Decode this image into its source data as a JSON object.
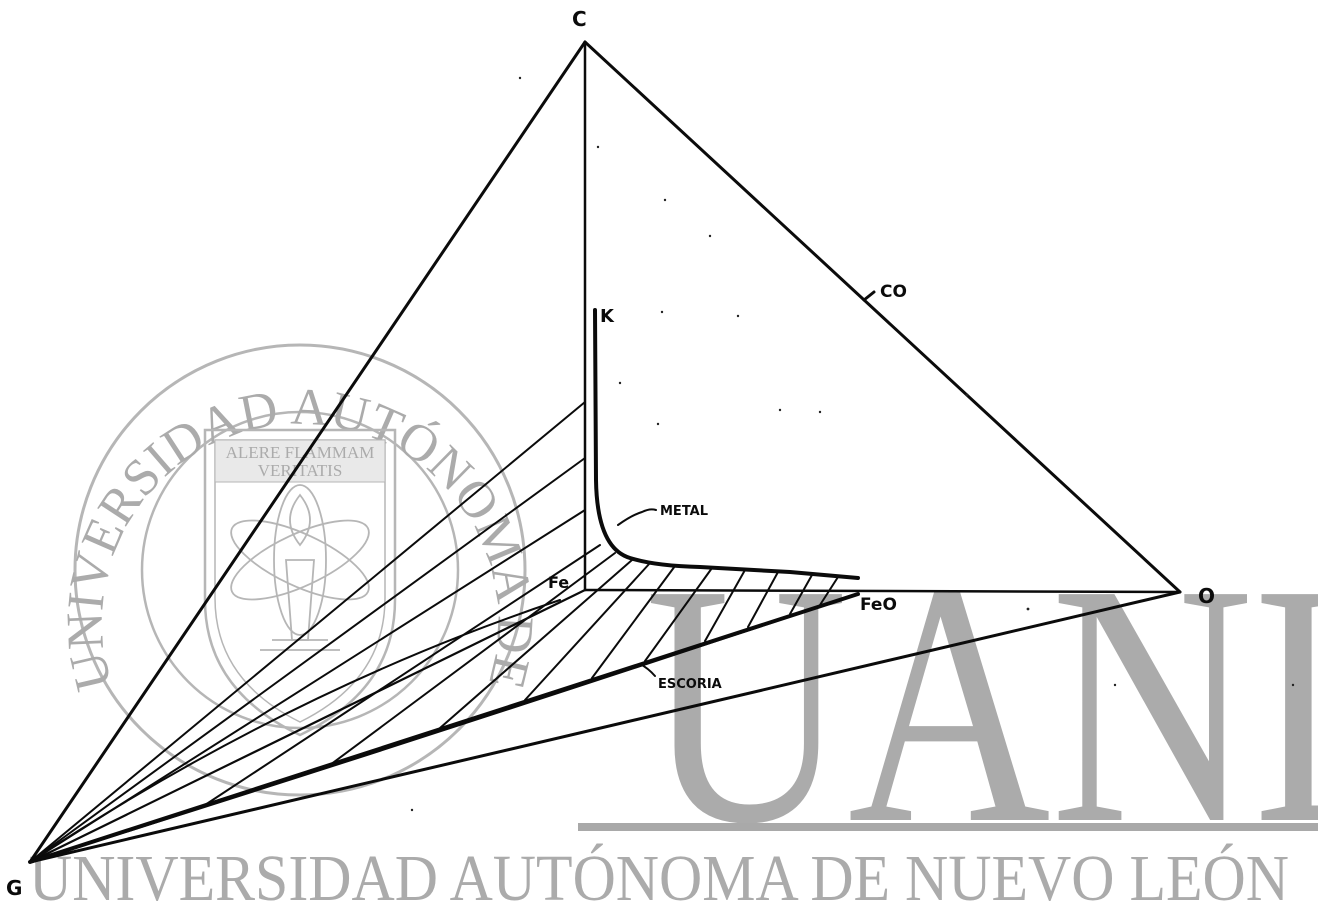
{
  "labels": {
    "vertex_top": "C",
    "vertex_right": "O",
    "vertex_bottom_left": "G",
    "point_co": "CO",
    "point_k": "K",
    "point_fe": "Fe",
    "point_feo": "FeO",
    "curve_metal": "METAL",
    "curve_escoria": "ESCORIA"
  },
  "watermark": {
    "ring_text": "UNIVERSIDAD AUTÓNOMA DE NUEVO LEÓN",
    "motto_line1": "ALERE FLAMMAM",
    "motto_line2": "VERITATIS",
    "big_letters": "UANL",
    "bottom_text": "UNIVERSIDAD AUTÓNOMA DE NUEVO LEÓN"
  },
  "colors": {
    "ink": "#0b0b0b",
    "watermark": "#a9a9a9"
  }
}
